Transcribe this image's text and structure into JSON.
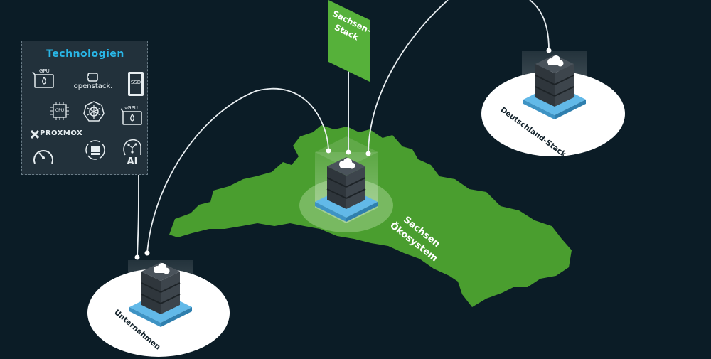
{
  "technologies": {
    "title": "Technologien",
    "items": [
      {
        "icon": "gpu-card-icon",
        "label": "GPU"
      },
      {
        "icon": "openstack-logo-icon",
        "label": "openstack."
      },
      {
        "icon": "ssd-drive-icon",
        "label": "SSD"
      },
      {
        "icon": "cpu-chip-icon",
        "label": "CPU"
      },
      {
        "icon": "kubernetes-wheel-icon",
        "label": ""
      },
      {
        "icon": "vgpu-card-icon",
        "label": "vGPU"
      },
      {
        "icon": "proxmox-logo-icon",
        "label": "PROXMOX"
      },
      {
        "icon": "speedometer-icon",
        "label": ""
      },
      {
        "icon": "storage-cycle-icon",
        "label": ""
      },
      {
        "icon": "ai-head-icon",
        "label": "AI"
      }
    ]
  },
  "flag": {
    "label_line1": "Sachsen-",
    "label_line2": "Stack"
  },
  "center": {
    "label_line1": "Sachsen",
    "label_line2": "Ökosystem"
  },
  "company": {
    "label": "Unternehmen"
  },
  "germany": {
    "label": "Deutschland-Stack"
  },
  "icons": {
    "server": "server-cloud-icon"
  },
  "colors": {
    "background": "#0b1c26",
    "map_green": "#4a9e2f",
    "flag_green": "#56b13a",
    "accent_blue": "#29b6e6",
    "server_dark": "#3a4249",
    "platform_blue": "#62b9e8"
  }
}
